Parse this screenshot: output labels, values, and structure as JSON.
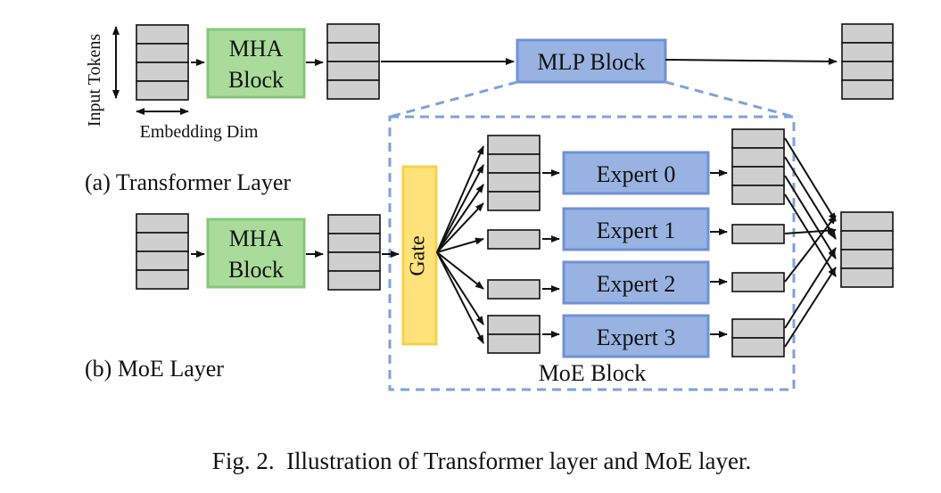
{
  "labels": {
    "input_tokens": "Input Tokens",
    "embedding_dim": "Embedding Dim",
    "transformer_caption": "(a) Transformer Layer",
    "moe_caption": "(b) MoE Layer",
    "moe_block": "MoE Block"
  },
  "blocks": {
    "mha_line1": "MHA",
    "mha_line2": "Block",
    "mlp": "MLP Block",
    "gate": "Gate",
    "experts": [
      "Expert 0",
      "Expert 1",
      "Expert 2",
      "Expert 3"
    ]
  },
  "figure_caption": "Fig. 2.  Illustration of Transformer layer and MoE layer.",
  "colors": {
    "token": "#cfcfcf",
    "mha_fill": "#a9dc9a",
    "mha_stroke": "#86c77a",
    "mlp_fill": "#98b3e2",
    "mlp_stroke": "#6f91d6",
    "gate_fill": "#ffe27a",
    "gate_stroke": "#f7d04a",
    "moe_dashed_border": "#7ea2da"
  }
}
